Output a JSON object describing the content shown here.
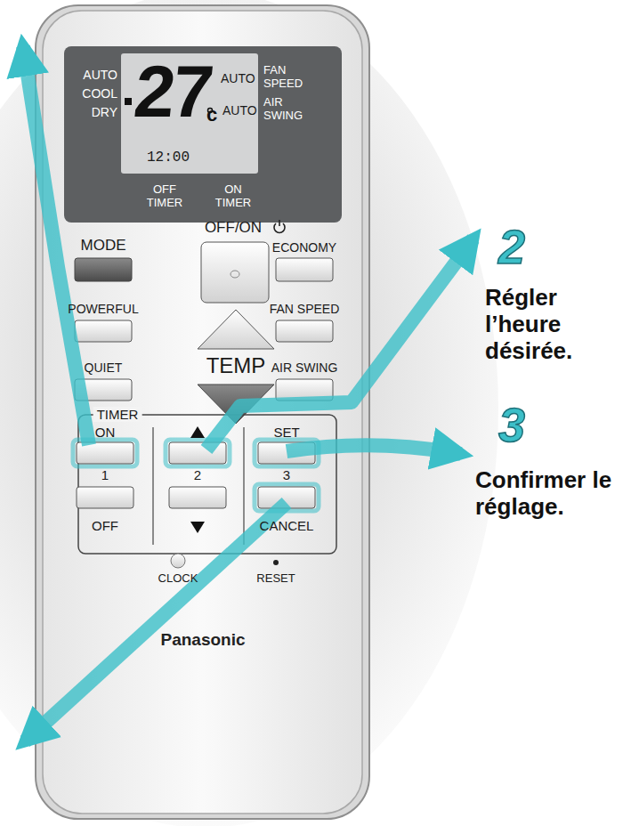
{
  "diagram": {
    "labels": [
      "AUTO",
      "COOL",
      "DRY",
      "27",
      "c",
      "AUTO",
      "FAN SPEED",
      "AUTO",
      "AIR SWING",
      "12:00",
      "OFF TIMER",
      "ON TIMER",
      "MODE",
      "OFF/ON",
      "ECONOMY",
      "POWERFUL",
      "FAN SPEED",
      "TEMP",
      "QUIET",
      "AIR SWING",
      "TIMER",
      "ON",
      "1",
      "2",
      "SET",
      "3",
      "OFF",
      "CANCEL",
      "CLOCK",
      "RESET",
      "Panasonic",
      "2",
      "Régler l’heure désirée.",
      "3",
      "Confirmer le réglage."
    ]
  }
}
